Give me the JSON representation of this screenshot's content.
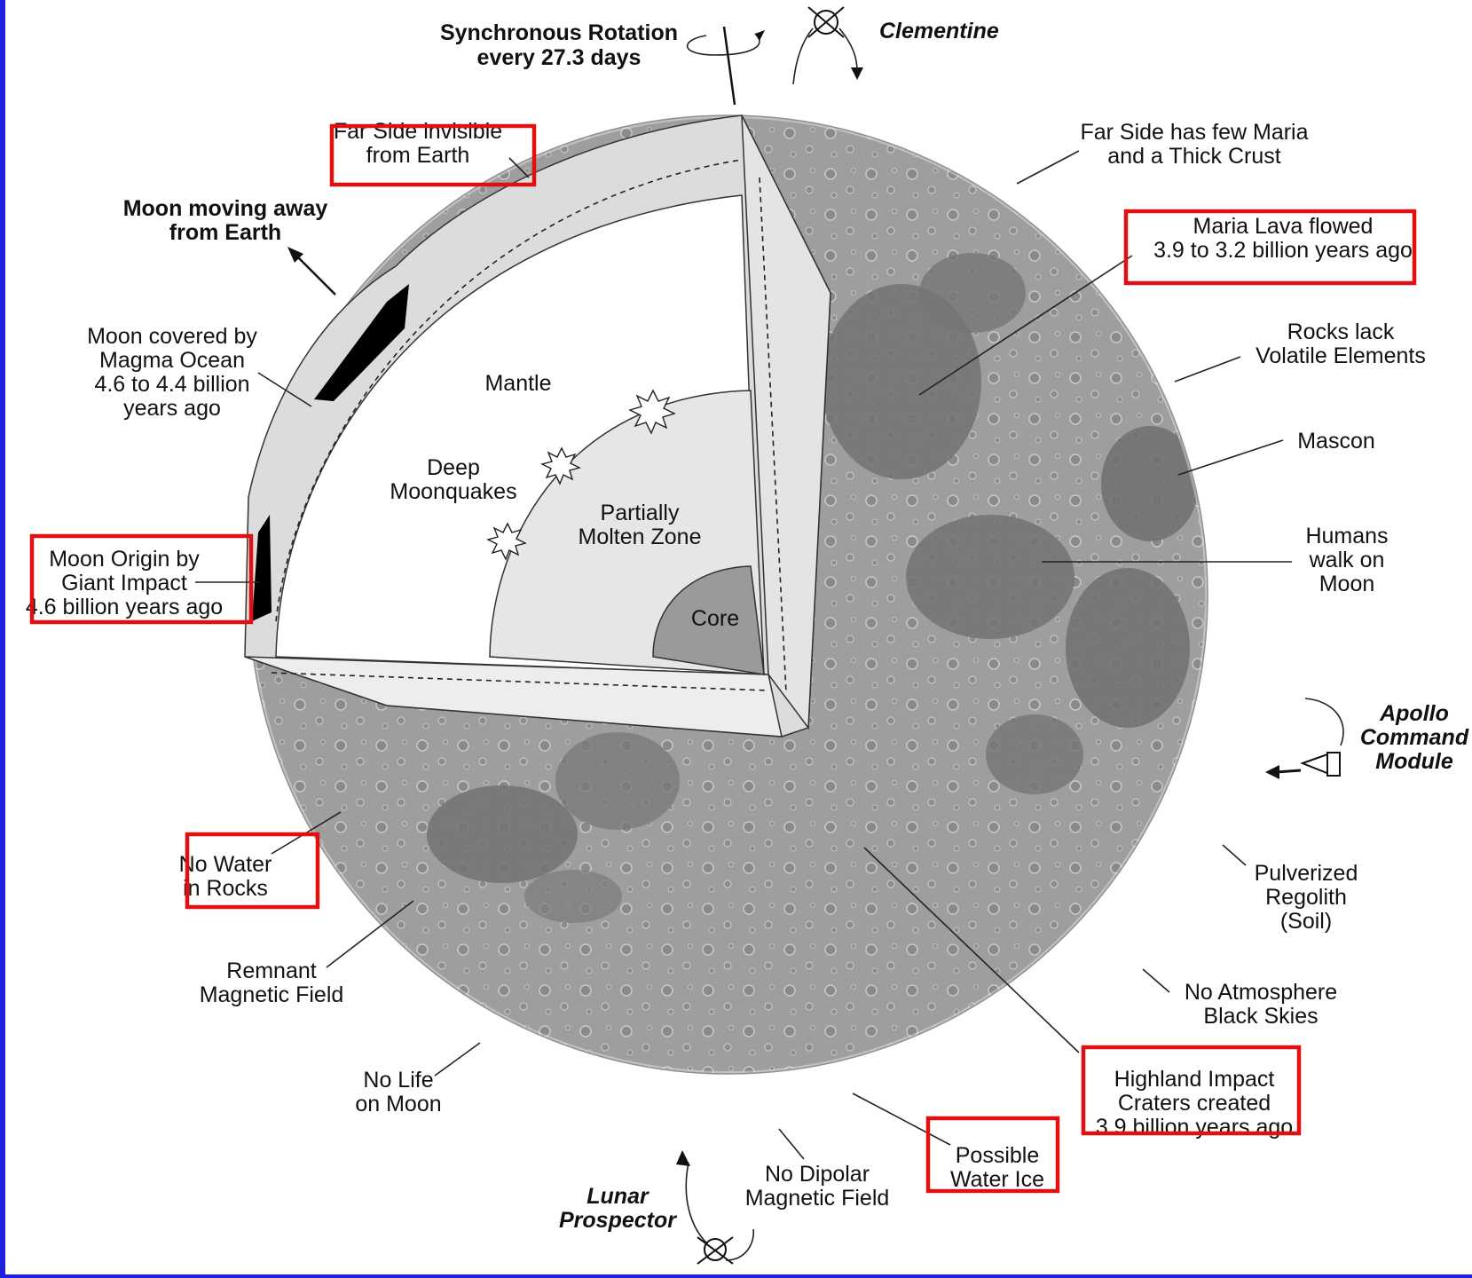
{
  "colors": {
    "frame": "#1f1fe0",
    "highlight": "#e01010",
    "surface": "#9c9c9c",
    "maria": "#6e6e6e",
    "interior_white": "#ffffff",
    "crust": "#dddddd",
    "core": "#9a9a9a",
    "molten_zone": "#e6e6e6"
  },
  "diagram": {
    "interior": {
      "mantle": "Mantle",
      "deep_moonquakes": [
        "Deep",
        "Moonquakes"
      ],
      "molten_zone": [
        "Partially",
        "Molten Zone"
      ],
      "core": "Core"
    },
    "labels": {
      "sync_rotation": [
        "Synchronous Rotation",
        "every 27.3 days"
      ],
      "clementine": "Clementine",
      "far_side_invisible": [
        "Far Side invisible",
        "from Earth"
      ],
      "moving_away": [
        "Moon moving away",
        "from Earth"
      ],
      "far_side_maria": [
        "Far Side has few Maria",
        "and a Thick Crust"
      ],
      "maria_lava": [
        "Maria Lava flowed",
        "3.9 to 3.2 billion years ago"
      ],
      "magma_ocean": [
        "Moon covered by",
        "Magma Ocean",
        "4.6 to 4.4 billion",
        "years ago"
      ],
      "rocks_lack": [
        "Rocks lack",
        "Volatile Elements"
      ],
      "mascon": "Mascon",
      "giant_impact": [
        "Moon Origin by",
        "Giant Impact",
        "4.6 billion years ago"
      ],
      "humans": [
        "Humans",
        "walk on",
        "Moon"
      ],
      "apollo": [
        "Apollo",
        "Command",
        "Module"
      ],
      "no_water": [
        "No Water",
        "in Rocks"
      ],
      "regolith": [
        "Pulverized",
        "Regolith",
        "(Soil)"
      ],
      "remnant_field": [
        "Remnant",
        "Magnetic Field"
      ],
      "no_atmosphere": [
        "No Atmosphere",
        "Black Skies"
      ],
      "no_life": [
        "No Life",
        "on Moon"
      ],
      "highland": [
        "Highland Impact",
        "Craters created",
        "3.9 billion years ago"
      ],
      "no_dipolar": [
        "No Dipolar",
        "Magnetic Field"
      ],
      "water_ice": [
        "Possible",
        "Water Ice"
      ],
      "lunar_prospector": [
        "Lunar",
        "Prospector"
      ]
    }
  }
}
